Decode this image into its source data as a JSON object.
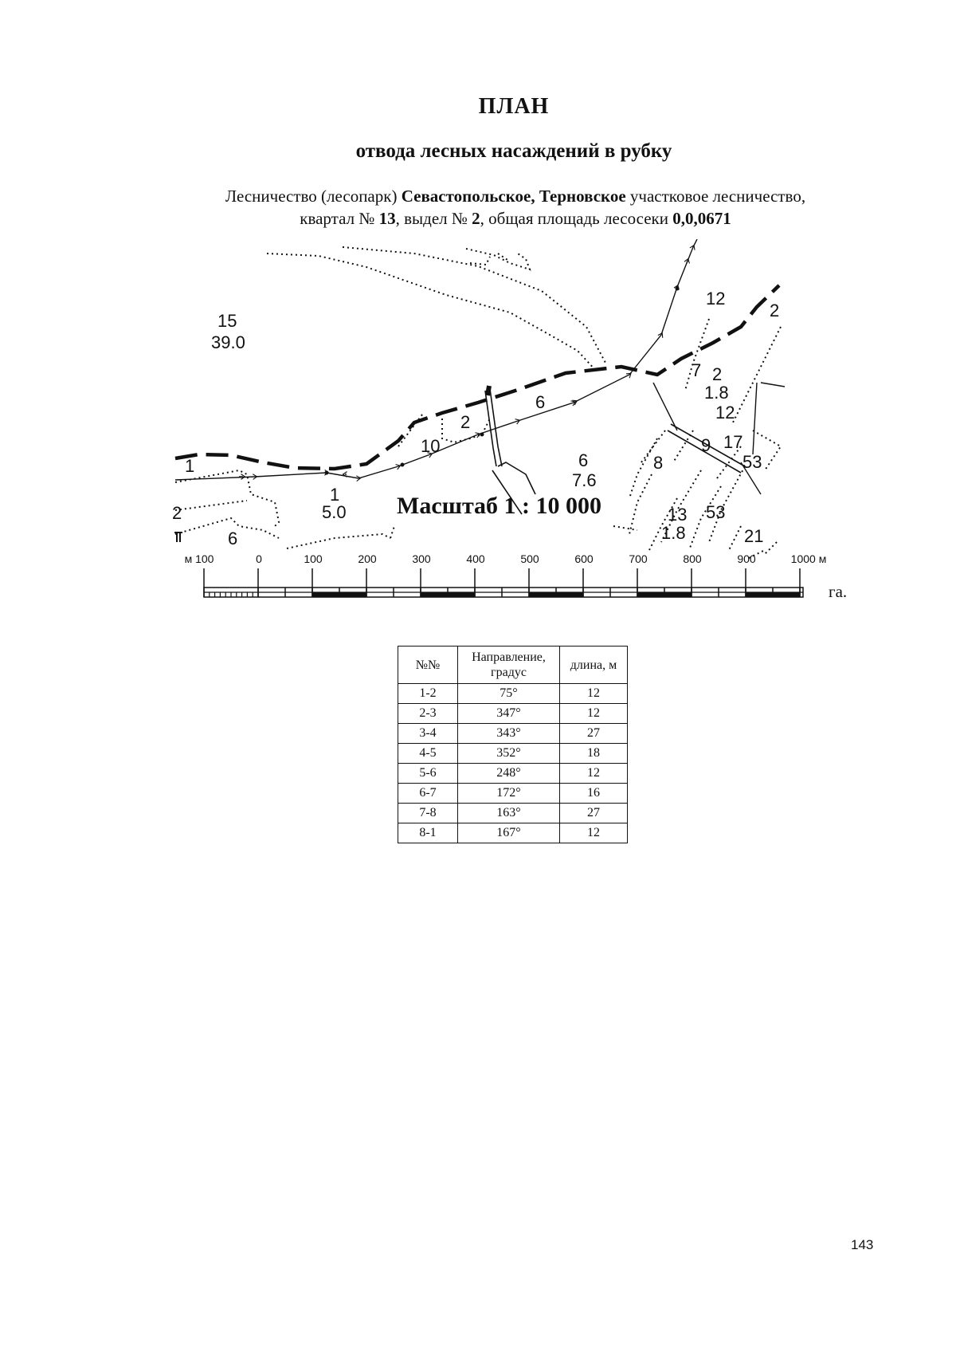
{
  "doc": {
    "title": "ПЛАН",
    "subtitle": "отвода лесных насаждений в рубку",
    "line1": {
      "t1": "Лесничество (лесопарк) ",
      "b1": "Севастопольское, Терновское",
      "t2": "  участковое лесничество,"
    },
    "line2": {
      "t1": "квартал № ",
      "b1": "13",
      "t2": ", выдел № ",
      "b2": "2",
      "t3": ", общая площадь лесосеки ",
      "b3": "0,0,0671"
    },
    "page_number": "143"
  },
  "map": {
    "compartment_labels": [
      {
        "id": "q15",
        "text": "15"
      },
      {
        "id": "a15",
        "text": "39.0"
      },
      {
        "id": "q12",
        "text": "12"
      },
      {
        "id": "n2ne",
        "text": "2"
      },
      {
        "id": "n7",
        "text": "7"
      },
      {
        "id": "n2r",
        "text": "2"
      },
      {
        "id": "a18",
        "text": "1.8"
      },
      {
        "id": "n12r",
        "text": "12"
      },
      {
        "id": "n9",
        "text": "9"
      },
      {
        "id": "n17",
        "text": "17"
      },
      {
        "id": "n53a",
        "text": "53"
      },
      {
        "id": "n8",
        "text": "8"
      },
      {
        "id": "n13",
        "text": "13"
      },
      {
        "id": "a18b",
        "text": "1.8"
      },
      {
        "id": "n53b",
        "text": "53"
      },
      {
        "id": "n21",
        "text": "21"
      },
      {
        "id": "n6road",
        "text": "6"
      },
      {
        "id": "n2c",
        "text": "2"
      },
      {
        "id": "n10",
        "text": "10"
      },
      {
        "id": "n6c",
        "text": "6"
      },
      {
        "id": "a76",
        "text": "7.6"
      },
      {
        "id": "n1l",
        "text": "1"
      },
      {
        "id": "n1c",
        "text": "1"
      },
      {
        "id": "a50",
        "text": "5.0"
      },
      {
        "id": "n2l",
        "text": "2"
      },
      {
        "id": "n6l",
        "text": "6"
      }
    ],
    "scale_title": "Масштаб  1 : 10 000",
    "scale_bar": {
      "ticks": [
        "м 100",
        "0",
        "100",
        "200",
        "300",
        "400",
        "500",
        "600",
        "700",
        "800",
        "900",
        "1000 м"
      ]
    },
    "area_unit": "га."
  },
  "table": {
    "headers": [
      "№№",
      "Направление, градус",
      "длина, м"
    ],
    "rows": [
      [
        "1-2",
        "75°",
        "12"
      ],
      [
        "2-3",
        "347°",
        "12"
      ],
      [
        "3-4",
        "343°",
        "27"
      ],
      [
        "4-5",
        "352°",
        "18"
      ],
      [
        "5-6",
        "248°",
        "12"
      ],
      [
        "6-7",
        "172°",
        "16"
      ],
      [
        "7-8",
        "163°",
        "27"
      ],
      [
        "8-1",
        "167°",
        "12"
      ]
    ]
  }
}
